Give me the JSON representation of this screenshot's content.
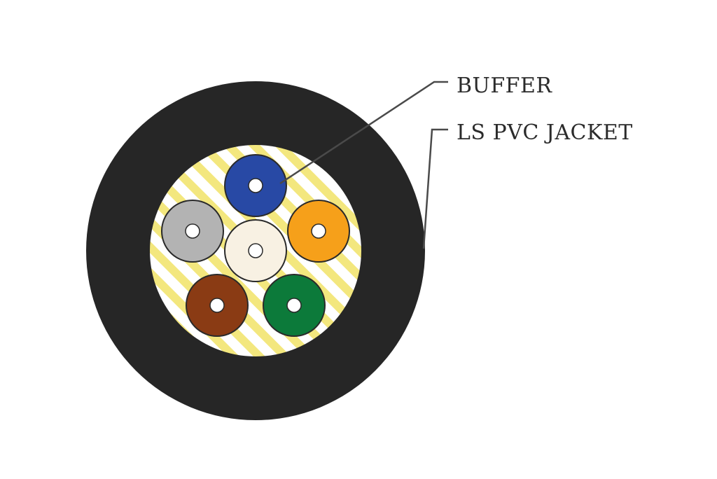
{
  "labels": {
    "buffer": "BUFFER",
    "jacket": "LS PVC JACKET"
  },
  "colors": {
    "jacket": "#262626",
    "filler_base": "#ffffff",
    "filler_stripe": "#f3e77e",
    "leader_line": "#4a4a4a",
    "label_text": "#2b2b2b",
    "core": "#ffffff",
    "outline": "#2a2a2a"
  },
  "buffers": [
    {
      "name": "blue",
      "color": "#2849a5"
    },
    {
      "name": "orange",
      "color": "#f6a01a"
    },
    {
      "name": "green",
      "color": "#0c7a3a"
    },
    {
      "name": "brown",
      "color": "#8a3b14"
    },
    {
      "name": "slate",
      "color": "#b3b3b3"
    },
    {
      "name": "white",
      "color": "#f8f1e3"
    }
  ]
}
